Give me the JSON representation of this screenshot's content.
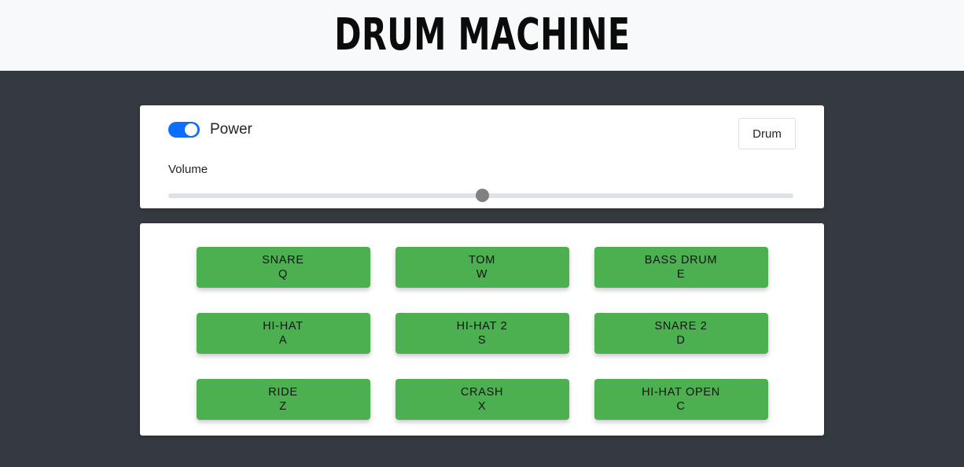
{
  "header": {
    "title": "DRUM MACHINE"
  },
  "controls": {
    "power": {
      "label": "Power",
      "on": true,
      "accent_color": "#0d6efd"
    },
    "bank_button": {
      "label": "Drum"
    },
    "volume": {
      "label": "Volume",
      "value_percent": 50,
      "track_color": "#dee2e6",
      "thumb_color": "#808080"
    }
  },
  "pads": {
    "color": "#4caf50",
    "items": [
      {
        "name": "SNARE",
        "key": "Q"
      },
      {
        "name": "TOM",
        "key": "W"
      },
      {
        "name": "BASS DRUM",
        "key": "E"
      },
      {
        "name": "HI-HAT",
        "key": "A"
      },
      {
        "name": "HI-HAT 2",
        "key": "S"
      },
      {
        "name": "SNARE 2",
        "key": "D"
      },
      {
        "name": "RIDE",
        "key": "Z"
      },
      {
        "name": "CRASH",
        "key": "X"
      },
      {
        "name": "HI-HAT OPEN",
        "key": "C"
      }
    ]
  },
  "theme": {
    "header_bg": "#f8f9fa",
    "body_bg": "#343a40",
    "card_bg": "#ffffff"
  }
}
